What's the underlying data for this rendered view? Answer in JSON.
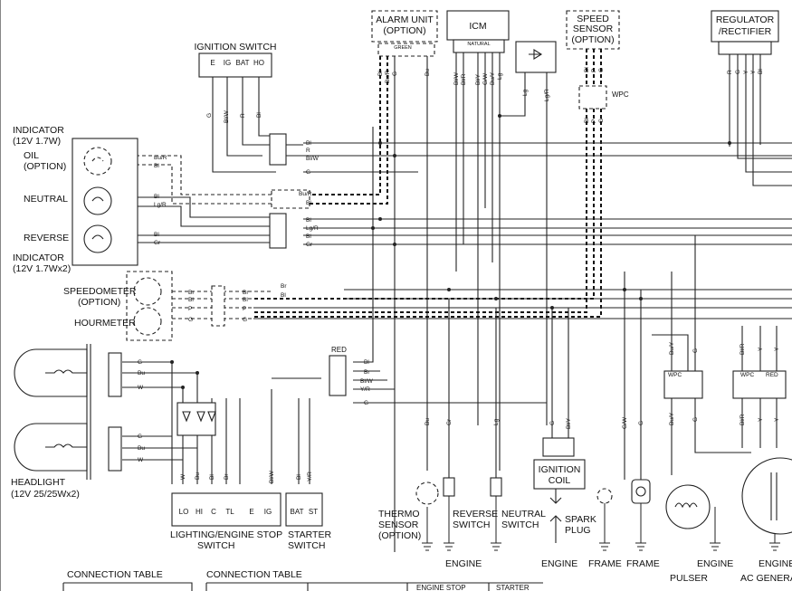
{
  "components": {
    "alarm_unit": [
      "ALARM UNIT",
      "(OPTION)"
    ],
    "alarm_green": "GREEN",
    "icm": "ICM",
    "icm_natural": "NATURAL",
    "speed_sensor": [
      "SPEED",
      "SENSOR",
      "(OPTION)"
    ],
    "regulator": [
      "REGULATOR",
      "/RECTIFIER"
    ],
    "ignition_switch": "IGNITION SWITCH",
    "ignition_terms": [
      "E",
      "IG",
      "BAT",
      "HO"
    ],
    "indicator_top": [
      "INDICATOR",
      "(12V 1.7W)"
    ],
    "oil": [
      "OIL",
      "(OPTION)"
    ],
    "neutral": "NEUTRAL",
    "reverse": "REVERSE",
    "indicator_bottom": [
      "INDICATOR",
      "(12V 1.7Wx2)"
    ],
    "speedometer": [
      "SPEEDOMETER",
      "(OPTION)"
    ],
    "hourmeter": "HOURMETER",
    "headlight": [
      "HEADLIGHT",
      "(12V 25/25Wx2)"
    ],
    "red_label": "RED",
    "wpc": "WPC",
    "ignition_coil": [
      "IGNITION",
      "COIL"
    ],
    "spark_plug": [
      "SPARK",
      "PLUG"
    ],
    "lighting_switch": [
      "LIGHTING/ENGINE STOP",
      "SWITCH"
    ],
    "lighting_terms": [
      "LO",
      "HI",
      "C",
      "TL",
      "E",
      "IG"
    ],
    "starter_switch": [
      "STARTER",
      "SWITCH"
    ],
    "starter_terms": [
      "BAT",
      "ST"
    ],
    "thermo_sensor": [
      "THERMO",
      "SENSOR",
      "(OPTION)"
    ],
    "reverse_switch": [
      "REVERSE",
      "SWITCH"
    ],
    "neutral_switch": [
      "NEUTRAL",
      "SWITCH"
    ],
    "pulser": "PULSER",
    "ac_generator": "AC GENERA",
    "ground_labels": [
      "ENGINE",
      "ENGINE",
      "FRAME",
      "FRAME",
      "ENGINE",
      "ENGINE"
    ],
    "connection_table_1": "CONNECTION TABLE",
    "connection_table_2": "CONNECTION TABLE",
    "table_head_engine_stop": "ENGINE STOP",
    "table_head_starter": "STARTER"
  },
  "wire_codes": {
    "ign_sw": [
      "G",
      "Bl/W",
      "R",
      "Bl"
    ],
    "alarm": [
      "Bl",
      "Bu/R",
      "G",
      "Bu"
    ],
    "icm": [
      "Bl/W",
      "Bl/R",
      "Bl/Y",
      "G/W",
      "Bu/Y",
      "Lg"
    ],
    "icm_right": [
      "Lg",
      "Lg/R"
    ],
    "speed": [
      "Bl",
      "P",
      "G"
    ],
    "speed_lower": [
      "Bl",
      "P",
      "G"
    ],
    "regulator": [
      "R",
      "G",
      "Y",
      "Y",
      "Bl"
    ],
    "wpc_right": [
      "Bl",
      "R",
      "Bl/W",
      "G"
    ],
    "oil": [
      "Bu/R",
      "Bl"
    ],
    "neutral_right": [
      "Bu/R",
      "Bl"
    ],
    "neutral_lamp": [
      "Bl",
      "Lg/R"
    ],
    "reverse_lamp": [
      "Bl",
      "Gr"
    ],
    "reverse_right": [
      "Bl",
      "Lg/R",
      "Bl",
      "Gr"
    ],
    "speedo": [
      "Br",
      "Bl",
      "P",
      "G"
    ],
    "speedo_right": [
      "Br",
      "Bl",
      "Br",
      "Bl",
      "P",
      "G"
    ],
    "head_top": [
      "G",
      "Bu",
      "W"
    ],
    "head_bottom": [
      "G",
      "Bu",
      "W"
    ],
    "light_sw": [
      "W",
      "Bu",
      "Bl",
      "Br",
      "Bl/W"
    ],
    "starter_sw": [
      "Bl",
      "Y/R"
    ],
    "red_conn": [
      "Bl",
      "Br",
      "Bl/W",
      "Y/R",
      "G"
    ],
    "lower_bus": [
      "Bu",
      "Gr",
      "Lg",
      "G",
      "Bl/Y",
      "G/W",
      "G"
    ],
    "pulser": [
      "Bu/Y",
      "G",
      "Bu/Y",
      "G"
    ],
    "regulator_lower": [
      "Bl/R",
      "Y",
      "Y",
      "Bl/R",
      "Y",
      "Y"
    ],
    "wpc_red": "RED"
  }
}
